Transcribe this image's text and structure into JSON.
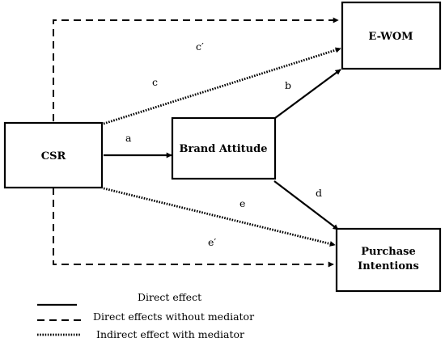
{
  "nodes": {
    "csr": "CSR",
    "ewom": "E-WOM",
    "brand_attitude": "Brand Attitude",
    "purchase_line1": "Purchase",
    "purchase_line2": "Intentions"
  },
  "paths": {
    "a": "a",
    "b": "b",
    "c": "c",
    "c_prime": "c′",
    "d": "d",
    "e": "e",
    "e_prime": "e′"
  },
  "legend": {
    "direct": "Direct effect",
    "direct_no_mediator": "Direct effects without mediator",
    "indirect_with_mediator": "Indirect effect with mediator"
  }
}
